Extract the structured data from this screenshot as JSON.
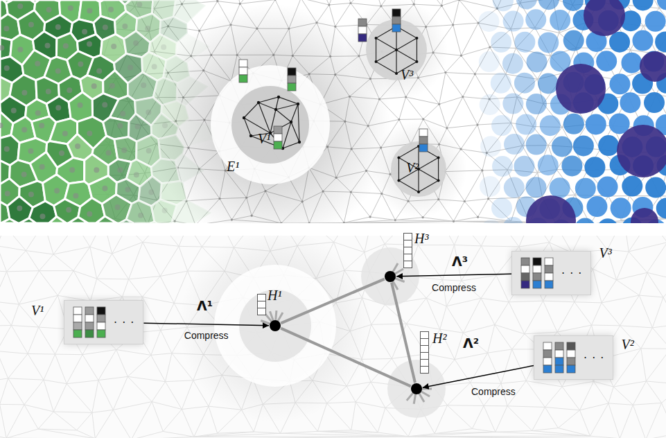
{
  "diagram": {
    "nodes": [
      {
        "text": [
          "V¹",
          "· · ·"
        ]
      },
      {
        "text": [
          "H¹"
        ]
      },
      {
        "text": [
          "H³"
        ]
      },
      {
        "text": [
          "V³",
          "· · ·"
        ]
      },
      {
        "text": [
          "H²"
        ]
      },
      {
        "text": [
          "V²",
          "· · ·"
        ]
      }
    ],
    "edges": [
      {
        "from": 0,
        "to": 1,
        "arrow": "to",
        "label": "Compress"
      },
      {
        "from": 3,
        "to": 2,
        "arrow": "to",
        "label": "Compress"
      },
      {
        "from": 5,
        "to": 4,
        "arrow": "to",
        "label": "Compress"
      },
      {
        "from": 1,
        "to": 2,
        "arrow": "none"
      },
      {
        "from": 1,
        "to": 4,
        "arrow": "none"
      },
      {
        "from": 2,
        "to": 4,
        "arrow": "none"
      }
    ],
    "labels": [
      "V¹",
      "E¹",
      "V³",
      "V²",
      "Λ¹",
      "Λ³",
      "Λ²"
    ]
  }
}
